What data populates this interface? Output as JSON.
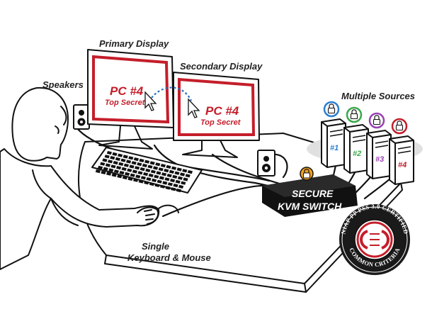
{
  "labels": {
    "primary_display": "Primary Display",
    "secondary_display": "Secondary Display",
    "speakers": "Speakers",
    "multiple_sources": "Multiple Sources",
    "single_line1": "Single",
    "single_line2": "Keyboard & Mouse"
  },
  "screen_primary": {
    "title": "PC #4",
    "subtitle": "Top Secret"
  },
  "screen_secondary": {
    "title": "PC #4",
    "subtitle": "Top Secret"
  },
  "kvm": {
    "line1": "SECURE",
    "line2": "KVM SWITCH"
  },
  "sources": [
    {
      "label": "#1",
      "color": "#2a7fd0"
    },
    {
      "label": "#2",
      "color": "#3aa84a"
    },
    {
      "label": "#3",
      "color": "#9b3fb4"
    },
    {
      "label": "#4",
      "color": "#c41e2a"
    }
  ],
  "seal": {
    "top_text": "NIAP PP PSS 3.0 CERTIFIED",
    "bottom_text": "COMMON CRITERIA"
  },
  "colors": {
    "accent_red": "#c41e2a",
    "arrow_blue": "#2a6fc0",
    "line": "#111111"
  }
}
